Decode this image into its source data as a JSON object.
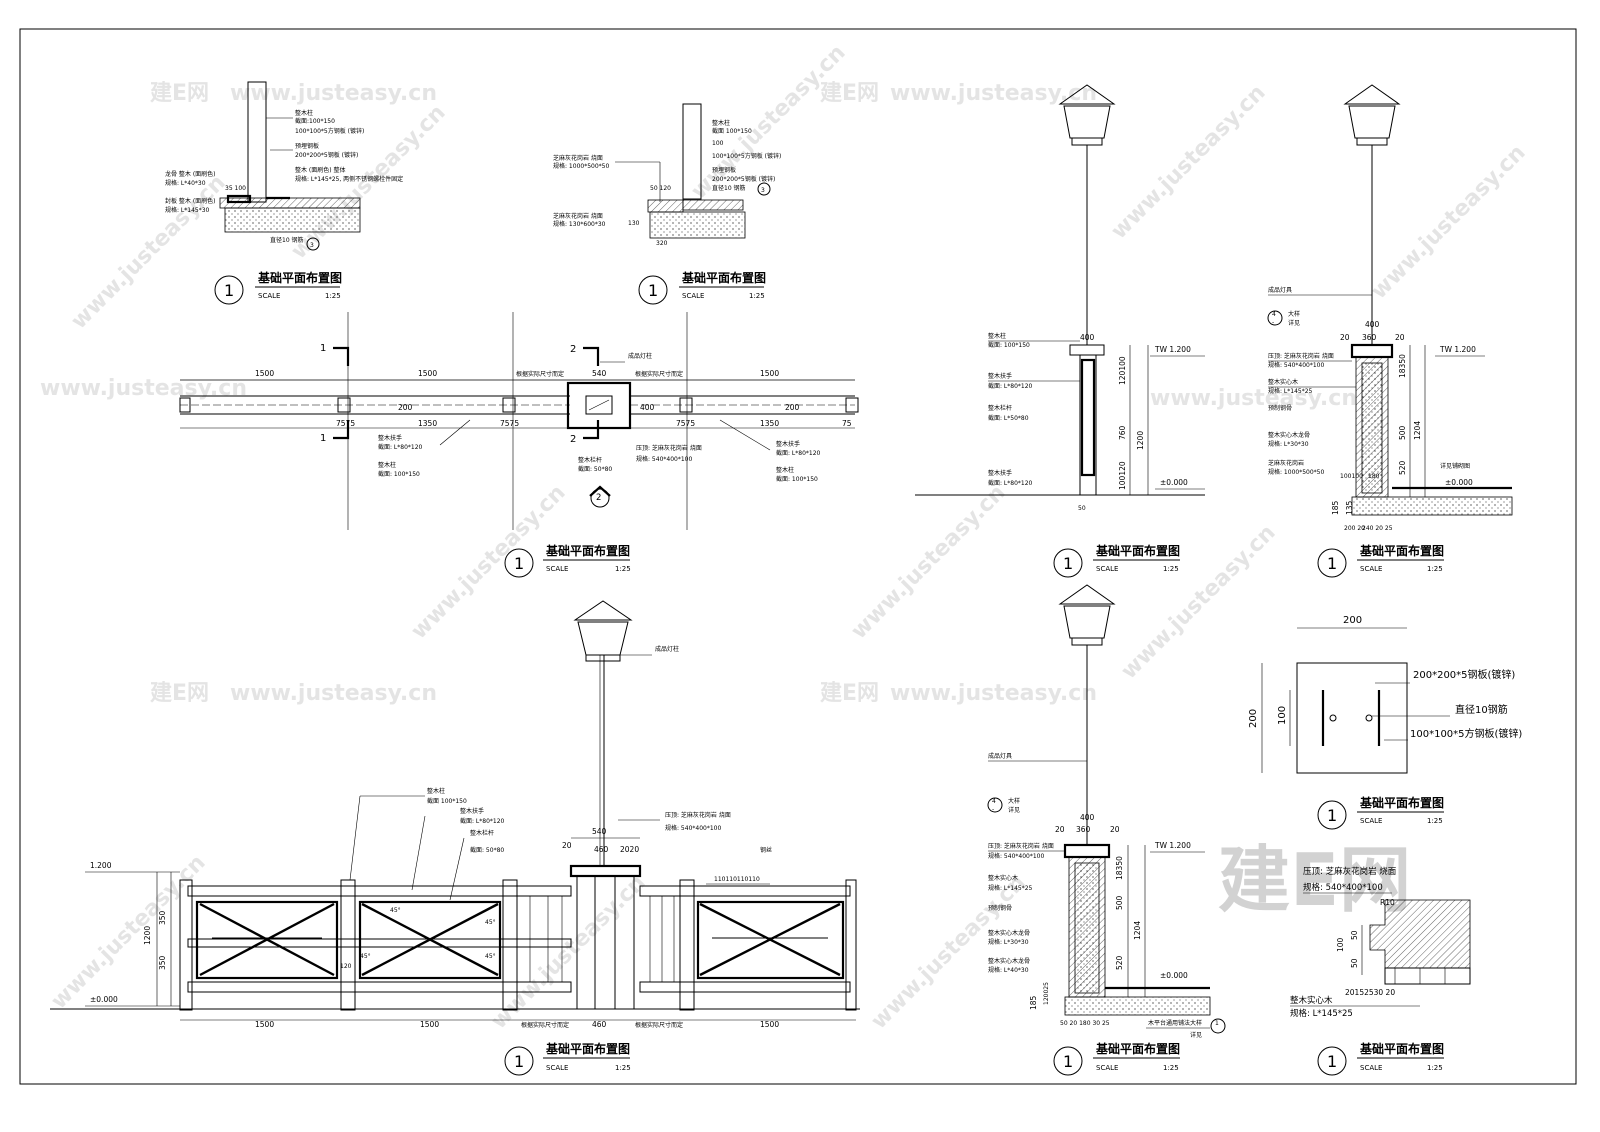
{
  "titles": {
    "plan_title": "基础平面布置图",
    "scale_label": "SCALE",
    "scale_value": "1:25",
    "number": "1",
    "ref3": "3",
    "ref2": "2",
    "ref4": "4",
    "ref1": "1",
    "ref4_sub": "-"
  },
  "dims": {
    "d1500": "1500",
    "d1350": "1350",
    "d7575": "7575",
    "d75": "75",
    "d540": "540",
    "d460": "460",
    "d400": "400",
    "d360": "360",
    "d200": "200",
    "d100": "100",
    "d120": "120",
    "d50": "50",
    "d20": "20",
    "d2020": "2020",
    "d1200": "1200",
    "d1204": "1204",
    "d760": "760",
    "d500": "500",
    "d520": "520",
    "d350": "350",
    "d185": "185",
    "d135": "135",
    "d240": "240",
    "d180": "180",
    "d130": "130",
    "d320": "320",
    "d35100": "35 100",
    "d50120": "50  120",
    "d100120": "100120",
    "d12010": "120100",
    "d18350": "18350",
    "d10010": "100100",
    "d110": "110110110110",
    "d2015": "20152530 20",
    "d100lbl": "100",
    "d5050": "50",
    "r10": "R10",
    "d20180": "20 180",
    "d200sm": "200 20",
    "d240b": "240 20 25",
    "d50180": "50 20 180 30 25",
    "d120025": "120025"
  },
  "elev": {
    "tw": "TW 1.200",
    "zero": "±0.000",
    "e1200": "1.200",
    "e0": "±0.000"
  },
  "labels": {
    "wood_post": "整木柱",
    "spec_100150": "截面:100*150",
    "spec_100150b": "截面 100*150",
    "sq_plate": "100*100*5方钢板 (镀锌)",
    "embed_plate": "预埋钢板",
    "plate200": "200*200*5钢板 (镀锌)",
    "wood_beam": "整木 (面刷色)   整体",
    "spec145": "规格: L*145*25, 两侧不锈钢螺栓件固定",
    "side_a": "龙骨  整木 (面刷色)",
    "side_a_spec": "规格: L*40*30",
    "side_b": "封板  整木 (面刷色)",
    "side_b_spec": "规格: L*145*30",
    "rebar": "直径10 钢筋",
    "stone_cap": "芝麻灰花岗岩  烧面",
    "stone_spec": "规格: 1000*500*50",
    "stone2": "芝麻灰花岗岩  烧面",
    "stone2_spec": "规格: 130*600*30",
    "handrail": "整木扶手",
    "handrail_spec": "截面: L*80*120",
    "post": "整木柱",
    "post_spec": "截面: 100*150",
    "baluster": "整木栏杆",
    "baluster_spec": "截面: 50*80",
    "cap": "压顶: 芝麻灰花岗岩  烧面",
    "cap_spec": "规格: 540*400*100",
    "lamp": "成品灯柱",
    "lamp2": "成品灯具",
    "site_adj": "根据实际尺寸而定",
    "detail": "大样",
    "detail2": "详见",
    "solid_wood": "整木实心木",
    "solid_spec": "规格: L*145*25",
    "keel_steel": "预制钢骨",
    "solid_keel": "整木实心木龙骨",
    "keel_spec": "规格: L*30*30",
    "stone_base": "芝麻灰花岗岩",
    "stone_base_spec": "规格: 1000*500*50",
    "see_drawing": "详见铺砌图",
    "rail_l80": "整木栏杆",
    "rail_l80_spec": "截面: L*80*120",
    "rail_l50": "截面: L*50*80",
    "handrail_b": "整木扶手",
    "handrail_b_spec": "截面: L*80*120",
    "steel_bar": "钢丝",
    "keel40": "整木实心木龙骨",
    "keel40_spec": "规格: L*40*30",
    "deck_note": "木平台通用铺法大样",
    "deck_ref": "详见",
    "rebar10": "直径10钢筋",
    "plate100": "100*100*5方钢板(镀锌)",
    "plate200b": "200*200*5钢板(镀锌)",
    "cap_d": "压顶: 芝麻灰花岗岩  烧面",
    "cap_d_spec": "规格: 540*400*100",
    "solid_d": "整木实心木",
    "solid_d_spec": "规格: L*145*25",
    "deg45": "45°"
  },
  "watermark": {
    "site": "www.justeasy.cn",
    "brand": "建E网",
    "logo": "建E网"
  }
}
